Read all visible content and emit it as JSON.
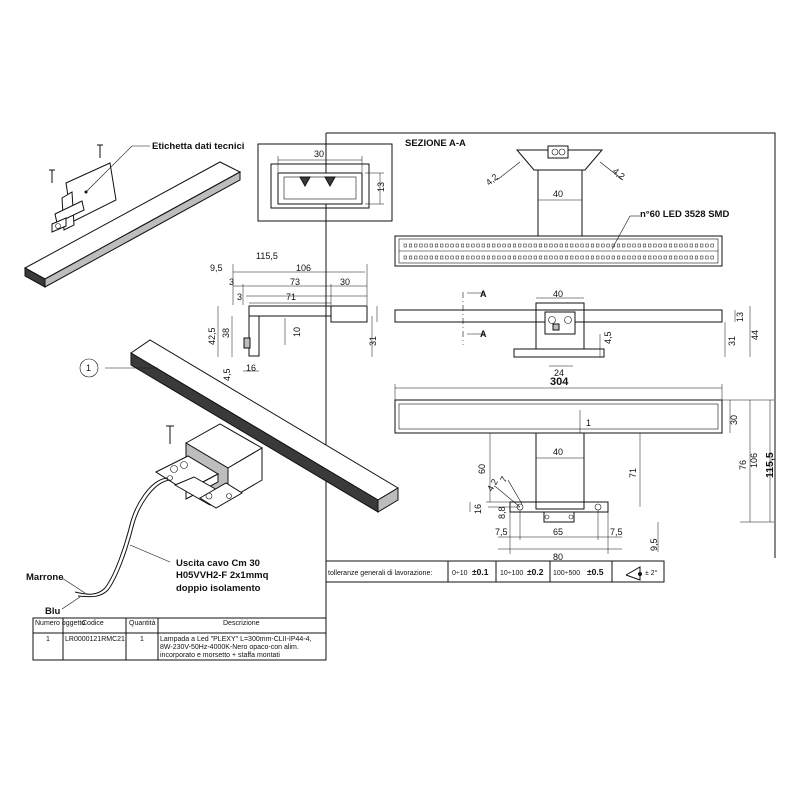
{
  "labels": {
    "etichetta": "Etichetta dati tecnici",
    "sezione": "SEZIONE A-A",
    "led": "n°60 LED 3528 SMD",
    "section_a": "A",
    "part_number": "1",
    "cable_line1": "Uscita cavo Cm 30",
    "cable_line2": "H05VVH2-F  2x1mmq",
    "cable_line3": "doppio isolamento",
    "marrone": "Marrone",
    "blu": "Blu"
  },
  "dimensions": {
    "sec_w": "30",
    "sec_h": "13",
    "d42a": "4,2",
    "d42b": "4,2",
    "d40_top": "40",
    "d1155": "115,5",
    "d95": "9,5",
    "d106": "106",
    "d3": "3",
    "d73": "73",
    "d30": "30",
    "d71": "71",
    "d3b": "3",
    "d425": "42,5",
    "d38": "38",
    "d10": "10",
    "d31": "31",
    "d45": "4,5",
    "d16": "16",
    "f40": "40",
    "f13": "13",
    "f44": "44",
    "f31": "31",
    "f45": "4,5",
    "f24": "24",
    "r304": "304",
    "r30": "30",
    "r1": "1",
    "r40": "40",
    "r60": "60",
    "r71": "71",
    "r76": "76",
    "r106": "106",
    "r1155": "115,5",
    "r42": "4,2",
    "r7": "7",
    "r16": "16",
    "r88": "8,8",
    "r75a": "7,5",
    "r65": "65",
    "r75b": "7,5",
    "r80": "80",
    "r95": "9,5"
  },
  "tolerance": {
    "label": "tolleranze generali di lavorazione:",
    "c1": "0÷10",
    "v1": "±0.1",
    "c2": "10÷100",
    "v2": "±0.2",
    "c3": "100÷500",
    "v3": "±0.5",
    "angle": "± 2°"
  },
  "bom": {
    "headers": [
      "Numero oggetto",
      "Codice",
      "Quantità",
      "Descrizione"
    ],
    "row": {
      "numero": "1",
      "codice": "LR0000121RMC21",
      "quantita": "1",
      "desc1": "Lampada a Led \"PLEXY\" L=300mm-CLII-IP44-4,",
      "desc2": "8W-230V-50Hz-4000K-Nero opaco-con alim.",
      "desc3": "incorporato e morsetto + staffa montati"
    }
  }
}
